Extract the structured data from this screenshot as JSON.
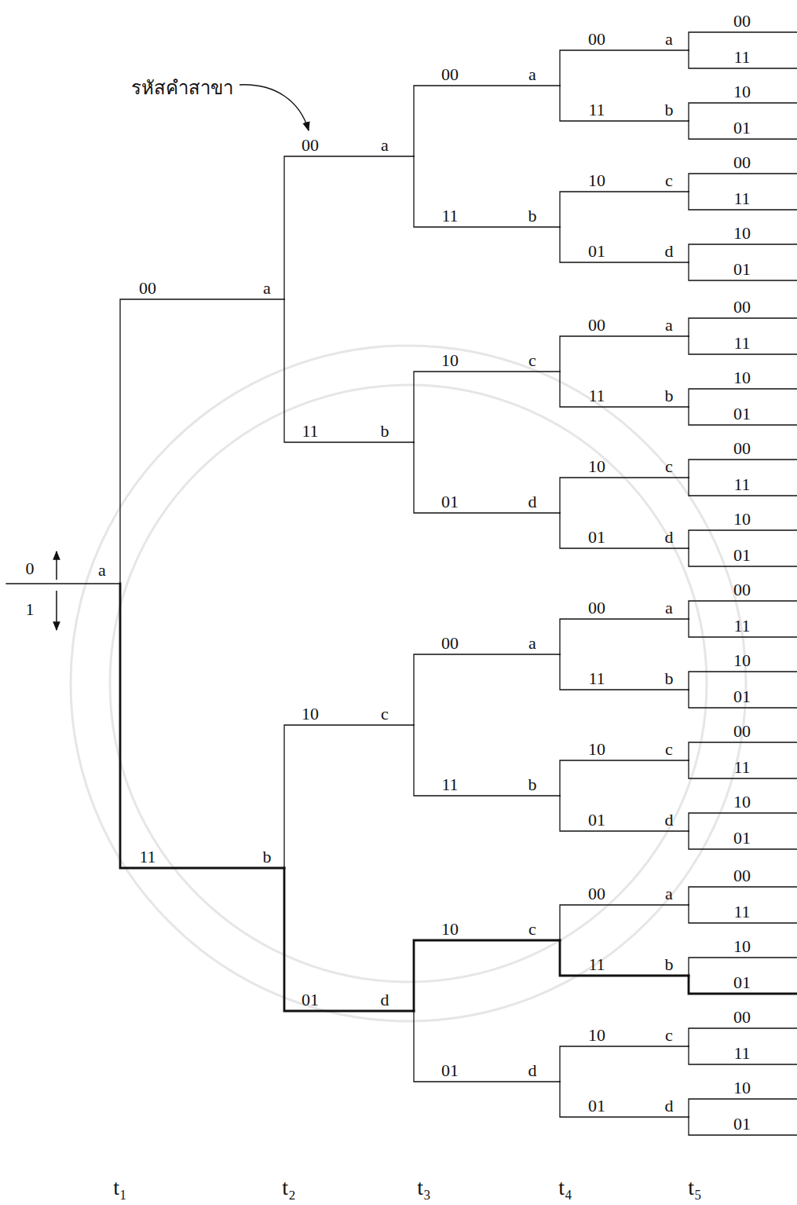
{
  "diagram": {
    "labels": [
      "รหัสคำสาขา",
      "0",
      "1",
      "a",
      "00",
      "a",
      "00",
      "a",
      "00",
      "a",
      "00",
      "a",
      "00",
      "11",
      "11",
      "b",
      "10",
      "01",
      "11",
      "b",
      "10",
      "c",
      "00",
      "11",
      "01",
      "d",
      "10",
      "01",
      "11",
      "b",
      "10",
      "c",
      "00",
      "a",
      "00",
      "11",
      "11",
      "b",
      "10",
      "01",
      "01",
      "d",
      "10",
      "c",
      "00",
      "11",
      "01",
      "d",
      "10",
      "01",
      "11",
      "b",
      "10",
      "c",
      "00",
      "a",
      "00",
      "a",
      "00",
      "11",
      "11",
      "b",
      "10",
      "01",
      "11",
      "b",
      "10",
      "c",
      "00",
      "11",
      "01",
      "d",
      "10",
      "01",
      "01",
      "d",
      "10",
      "c",
      "00",
      "a",
      "00",
      "11",
      "11",
      "b",
      "10",
      "01",
      "01",
      "d",
      "10",
      "c",
      "00",
      "11",
      "01",
      "d",
      "10",
      "01",
      "t₁",
      "t₂",
      "t₃",
      "t₄",
      "t₅"
    ]
  }
}
